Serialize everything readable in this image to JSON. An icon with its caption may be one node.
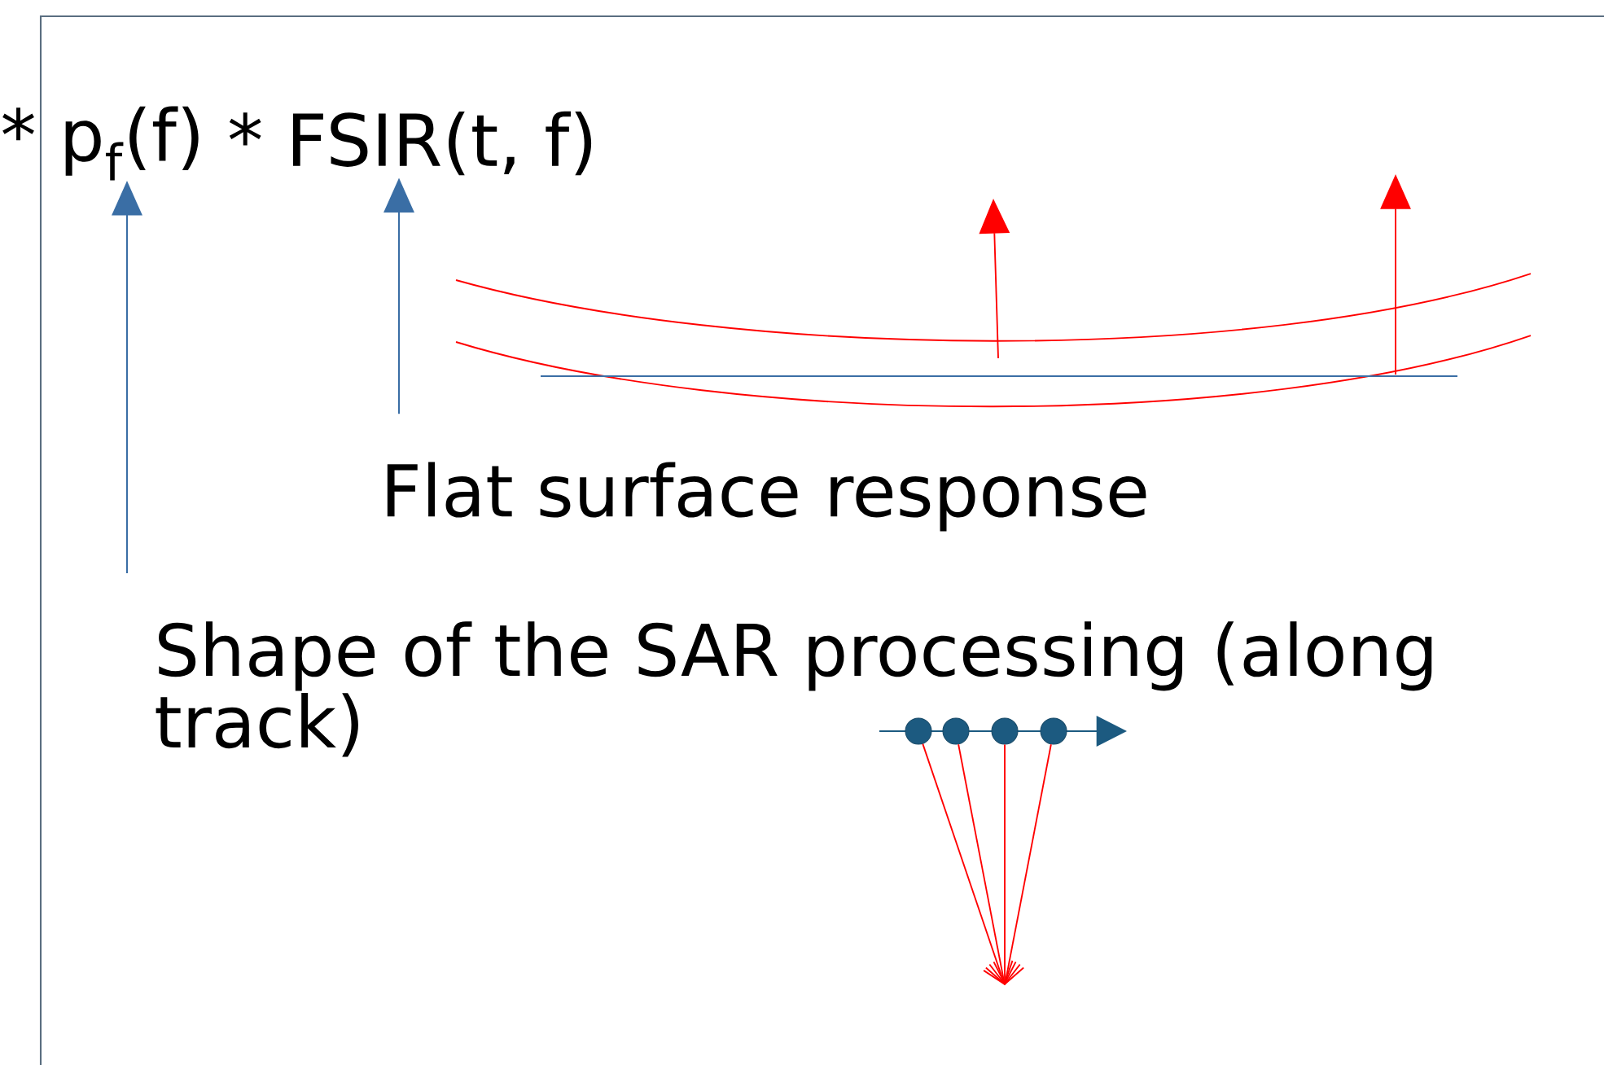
{
  "diagram": {
    "nodes": [
      {
        "text": [
          "* p$_{f}$(f)"
        ]
      },
      {
        "text": [
          "* FSIR(t, f)"
        ]
      },
      {
        "text": [
          "Flat surface response"
        ]
      },
      {
        "text": [
          "Shape of the SAR processing (along track)"
        ]
      },
      {
        "text": [],
        "shape": "circle"
      },
      {
        "text": [],
        "shape": "circle"
      },
      {
        "text": [],
        "shape": "circle"
      },
      {
        "text": [],
        "shape": "circle"
      }
    ],
    "edges": [
      {
        "from": 2,
        "to": 1,
        "arrow": "to",
        "color": "#3a6ea5"
      },
      {
        "from": 3,
        "to": 0,
        "arrow": "to",
        "color": "#3a6ea5"
      },
      {
        "from": 4,
        "to": null,
        "arrow": "to",
        "color": "#ff0000"
      },
      {
        "from": 5,
        "to": null,
        "arrow": "to",
        "color": "#ff0000"
      },
      {
        "from": 6,
        "to": null,
        "arrow": "to",
        "color": "#ff0000"
      },
      {
        "from": 7,
        "to": null,
        "arrow": "to",
        "color": "#ff0000"
      }
    ]
  }
}
